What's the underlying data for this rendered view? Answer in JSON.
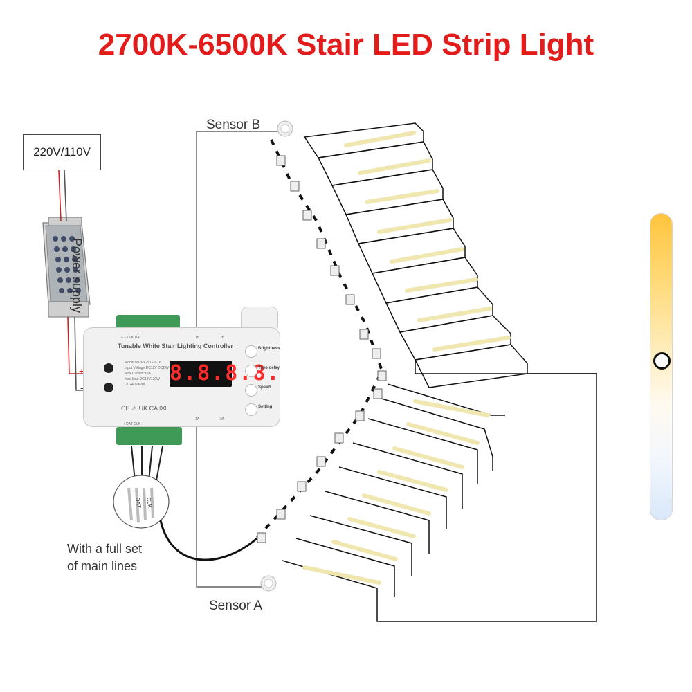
{
  "title": "2700K-6500K Stair LED Strip Light",
  "power": {
    "voltage_label": "220V/110V",
    "supply_label": "Power supply",
    "plus_label": "+",
    "minus_label": "-"
  },
  "sensors": {
    "sensor_b_label": "Sensor B",
    "sensor_a_label": "Sensor A"
  },
  "wiring": {
    "main_lines_line1": "With a full set",
    "main_lines_line2": "of main lines",
    "cable_dat": "DAT",
    "cable_clk": "CLK"
  },
  "controller": {
    "title": "Tunable White Stair Lighting Controller",
    "display_value": "8.8.8.8.",
    "top_terminal_labels": "+  −  CLK  DAT",
    "bottom_terminal_labels": "+  DAT  CLK  −",
    "port_1b": "1B",
    "port_2b": "2B",
    "port_1a": "1A",
    "port_2a": "2A",
    "specs": [
      "Model No.:RL-STEP-16",
      "Input Voltage:DC12V DC24V",
      "Max Current:10A",
      "Max load:DC12V120W",
      "DC24V240W"
    ],
    "buttons": [
      "Brightness",
      "Time delay",
      "Speed",
      "Setting"
    ],
    "cert_marks": "CE  ⚠  UK CA  ⌧"
  },
  "colors": {
    "title_red": "#e21b1b",
    "strip_warm": "#f3ecc0",
    "terminal_green": "#3f9a57",
    "display_digits": "#ff2a2a",
    "cct_warm": "#ffc43d",
    "cct_cool": "#d9e8fa"
  },
  "color_temperature_slider": {
    "level_fraction": 0.48
  }
}
